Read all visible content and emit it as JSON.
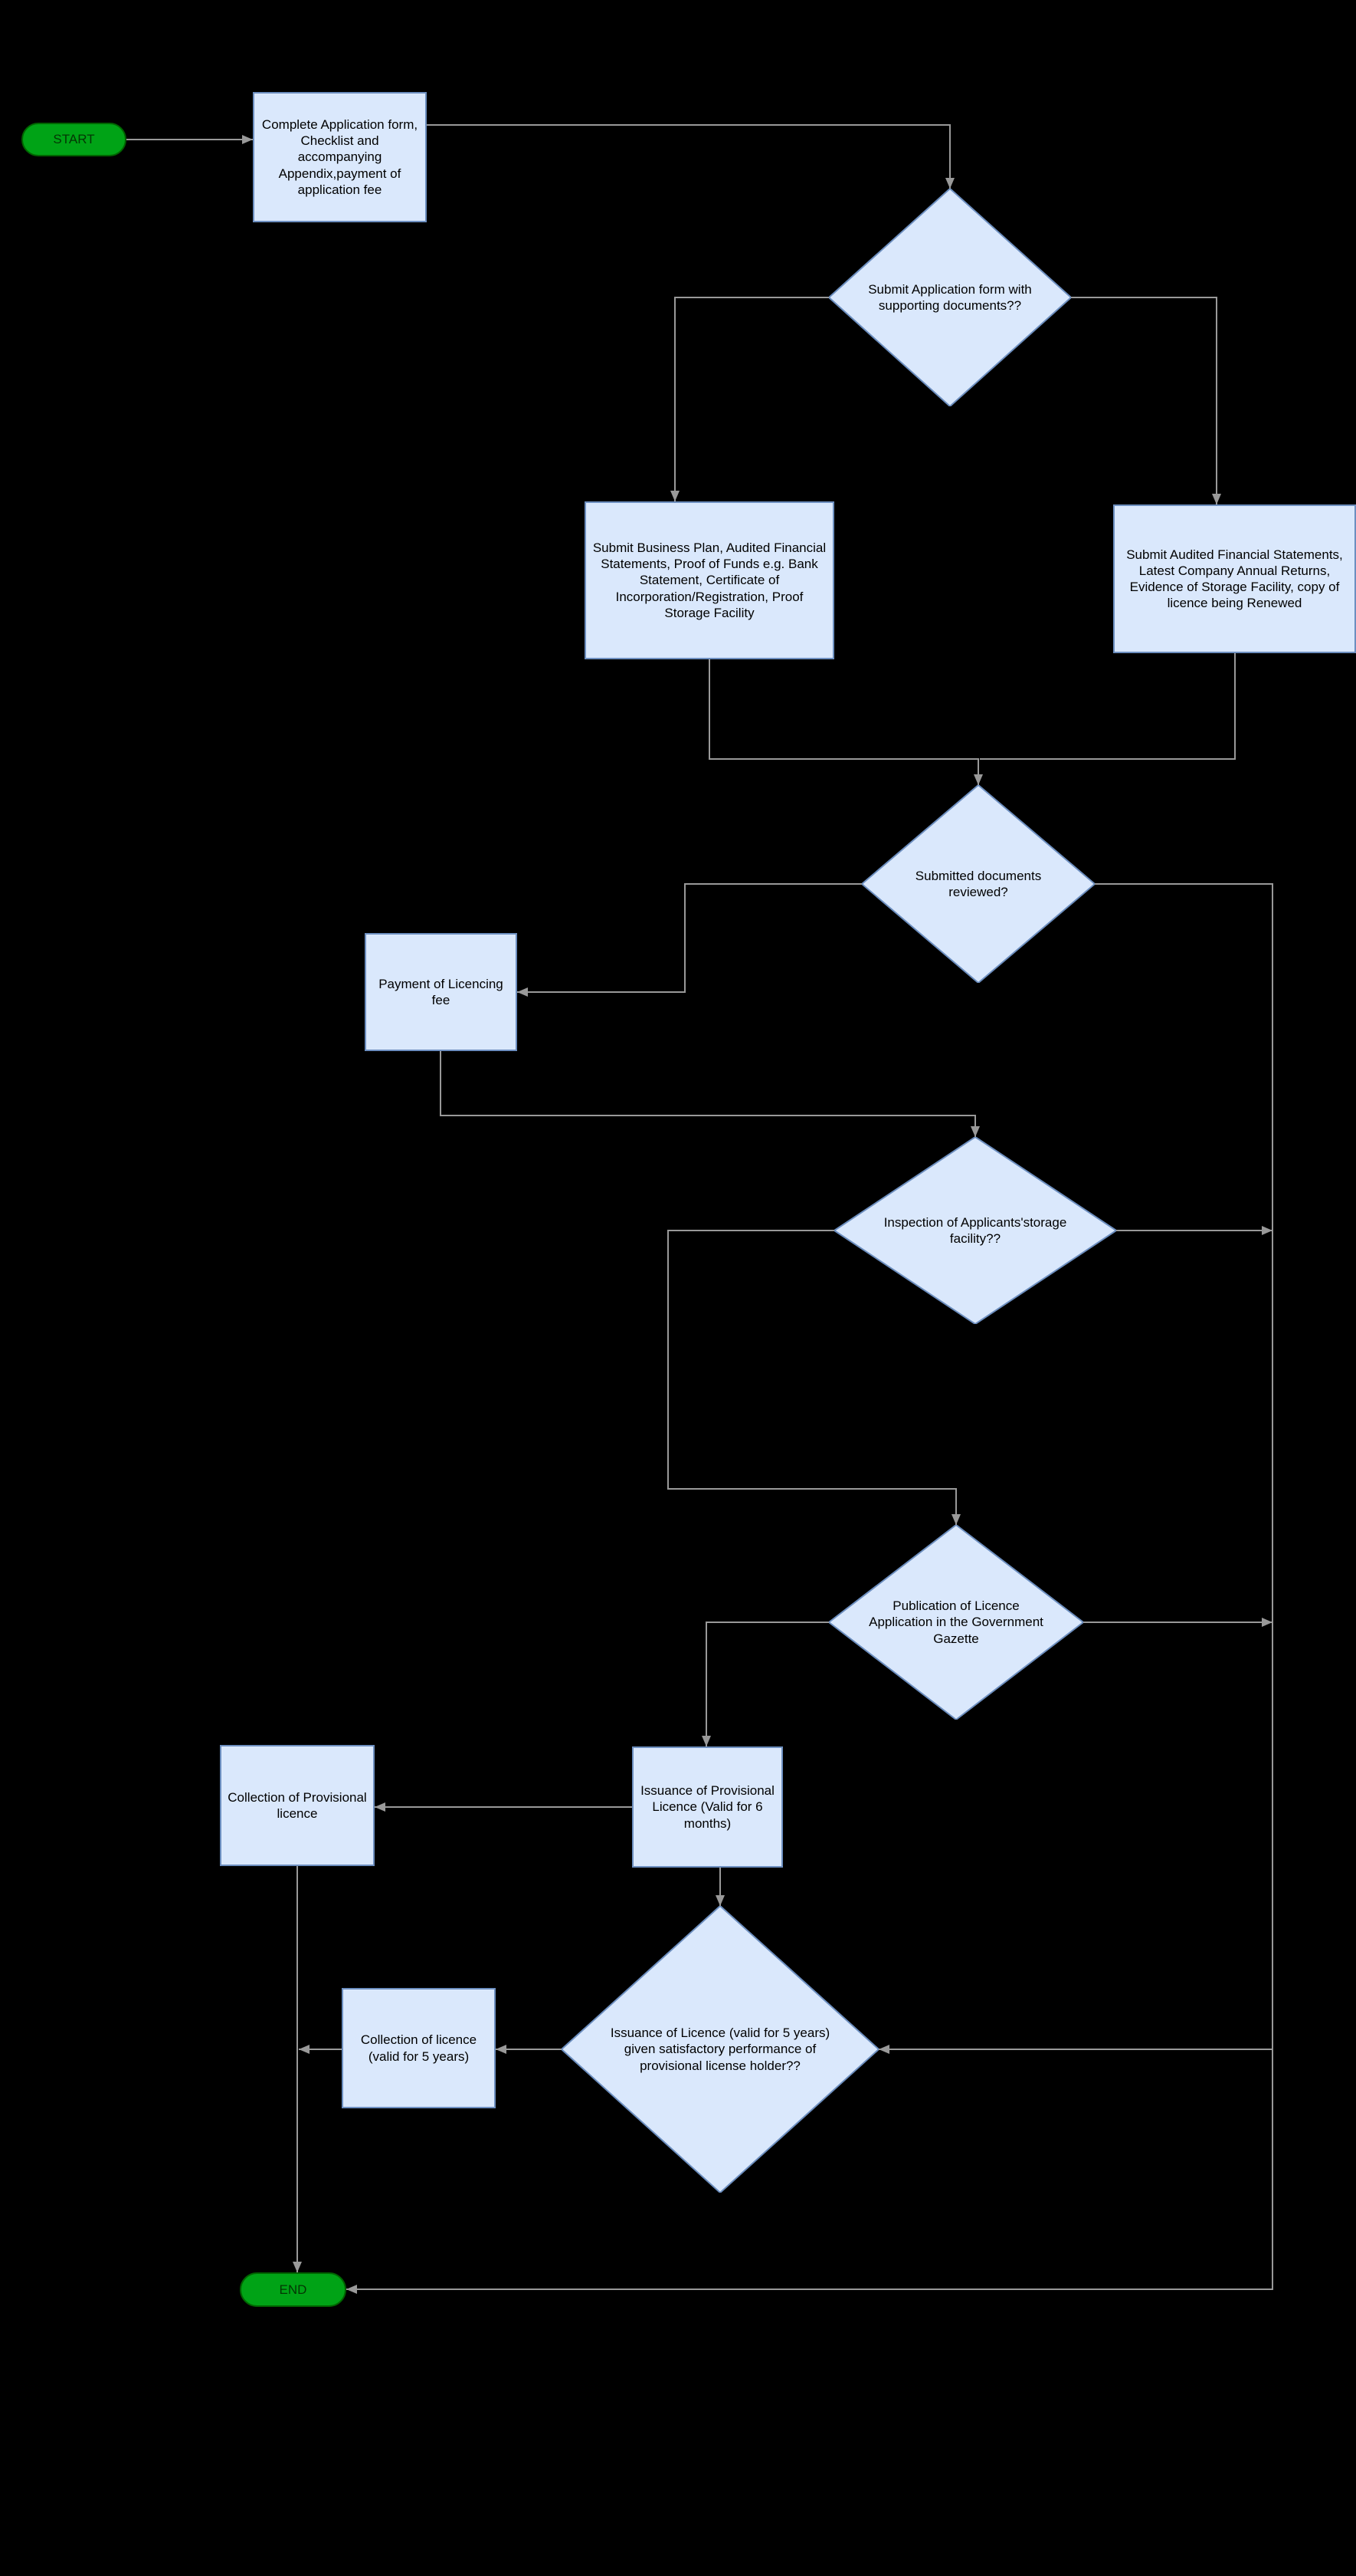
{
  "colors": {
    "background": "#000000",
    "node_fill": "#dae8fc",
    "node_border": "#6c8ebf",
    "terminator_fill": "#00a316",
    "terminator_border": "#006400",
    "terminator_text": "#043604",
    "connector": "#999999",
    "text": "#000000"
  },
  "flowchart": {
    "start": {
      "label": "START",
      "type": "terminator"
    },
    "end": {
      "label": "END",
      "type": "terminator"
    },
    "nodes": {
      "complete_application": {
        "label": "Complete Application form, Checklist and accompanying Appendix,payment of application fee",
        "type": "process"
      },
      "submit_application": {
        "label": "Submit Application form with supporting documents??",
        "type": "decision"
      },
      "submit_business_plan": {
        "label": "Submit Business Plan, Audited Financial Statements, Proof of Funds e.g. Bank Statement, Certificate of Incorporation/Registration, Proof Storage Facility",
        "type": "process"
      },
      "submit_audited_statements": {
        "label": "Submit Audited Financial Statements, Latest Company Annual Returns, Evidence of Storage Facility, copy of licence being Renewed",
        "type": "process"
      },
      "documents_reviewed": {
        "label": "Submitted documents reviewed?",
        "type": "decision"
      },
      "payment_licencing_fee": {
        "label": "Payment of Licencing fee",
        "type": "process"
      },
      "inspection_storage_facility": {
        "label": "Inspection of Applicants'storage facility??",
        "type": "decision"
      },
      "publication_gazette": {
        "label": "Publication of Licence Application in the Government Gazette",
        "type": "decision"
      },
      "issuance_provisional": {
        "label": "Issuance of Provisional Licence (Valid for 6 months)",
        "type": "process"
      },
      "collection_provisional": {
        "label": "Collection of Provisional licence",
        "type": "process"
      },
      "issuance_licence": {
        "label": "Issuance of Licence (valid for 5 years) given satisfactory performance of provisional license holder??",
        "type": "decision"
      },
      "collection_licence": {
        "label": "Collection of licence (valid for 5 years)",
        "type": "process"
      }
    }
  }
}
